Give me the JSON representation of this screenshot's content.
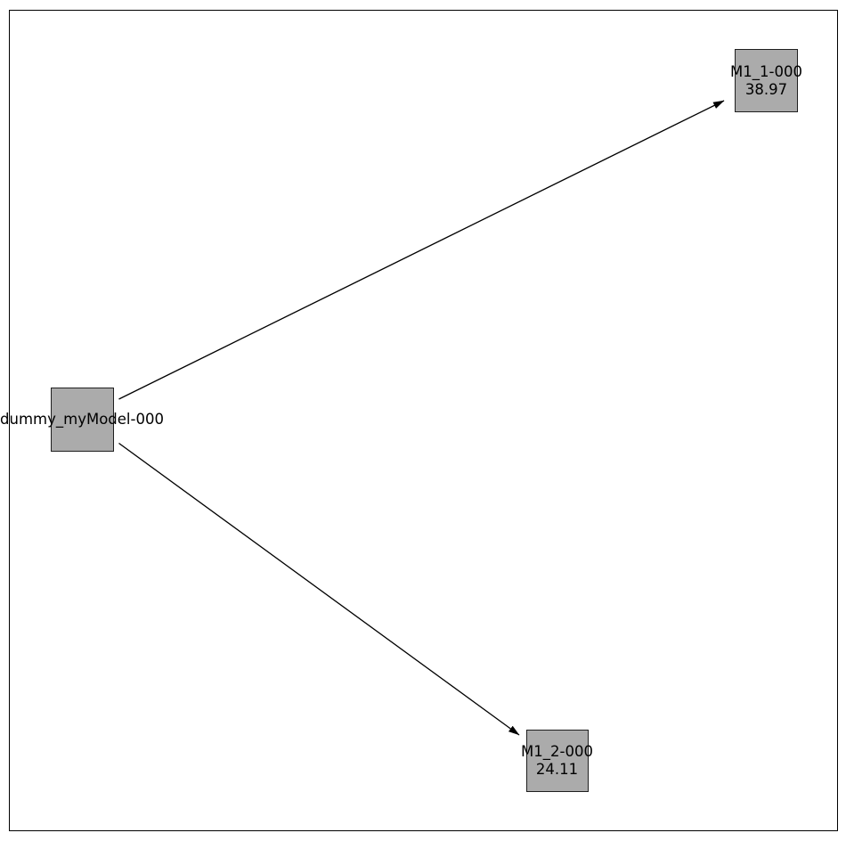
{
  "figure": {
    "background_color": "#ffffff",
    "frame_color": "#000000"
  },
  "graph": {
    "node_fill_color": "#ababab",
    "node_border_color": "#1f1f1f",
    "edge_color": "#000000",
    "label_color": "#000000",
    "nodes": [
      {
        "id": "dummy_myModel-000",
        "label": "dummy_myModel-000"
      },
      {
        "id": "M1_1-000",
        "label": "M1_1-000",
        "value": "38.97"
      },
      {
        "id": "M1_2-000",
        "label": "M1_2-000",
        "value": "24.11"
      }
    ],
    "edges": [
      {
        "from": "dummy_myModel-000",
        "to": "M1_1-000"
      },
      {
        "from": "dummy_myModel-000",
        "to": "M1_2-000"
      }
    ]
  }
}
